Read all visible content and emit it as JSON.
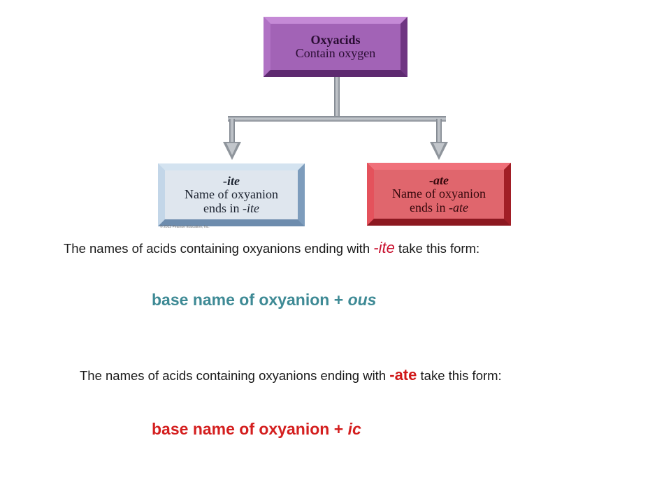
{
  "diagram": {
    "root": {
      "heading": "Oxyacids",
      "line": "Contain oxygen",
      "color": "#9b55b0"
    },
    "left": {
      "heading": "-ite",
      "line1": "Name of oxyanion",
      "line2_prefix": "ends in ",
      "line2_suffix": "-ite",
      "color": "#a9c4dc"
    },
    "right": {
      "heading": "-ate",
      "line1": "Name of oxyanion",
      "line2_prefix": "ends in ",
      "line2_suffix": "-ate",
      "color": "#d8343c"
    },
    "copyright": "© 2012 Pearson Education, Inc.",
    "connector_color": "#a8adb4"
  },
  "ite_rule": {
    "text_before": "The names of acids containing oxyanions ending with ",
    "suffix": "-ite",
    "text_after": " take this form:",
    "formula_base": "base name of oxyanion + ",
    "formula_ending": "ous"
  },
  "ate_rule": {
    "text_before": "The names of acids containing oxyanions ending with ",
    "suffix": "-ate",
    "text_after": " take this form:",
    "formula_base": "base name of oxyanion + ",
    "formula_ending": "ic"
  }
}
